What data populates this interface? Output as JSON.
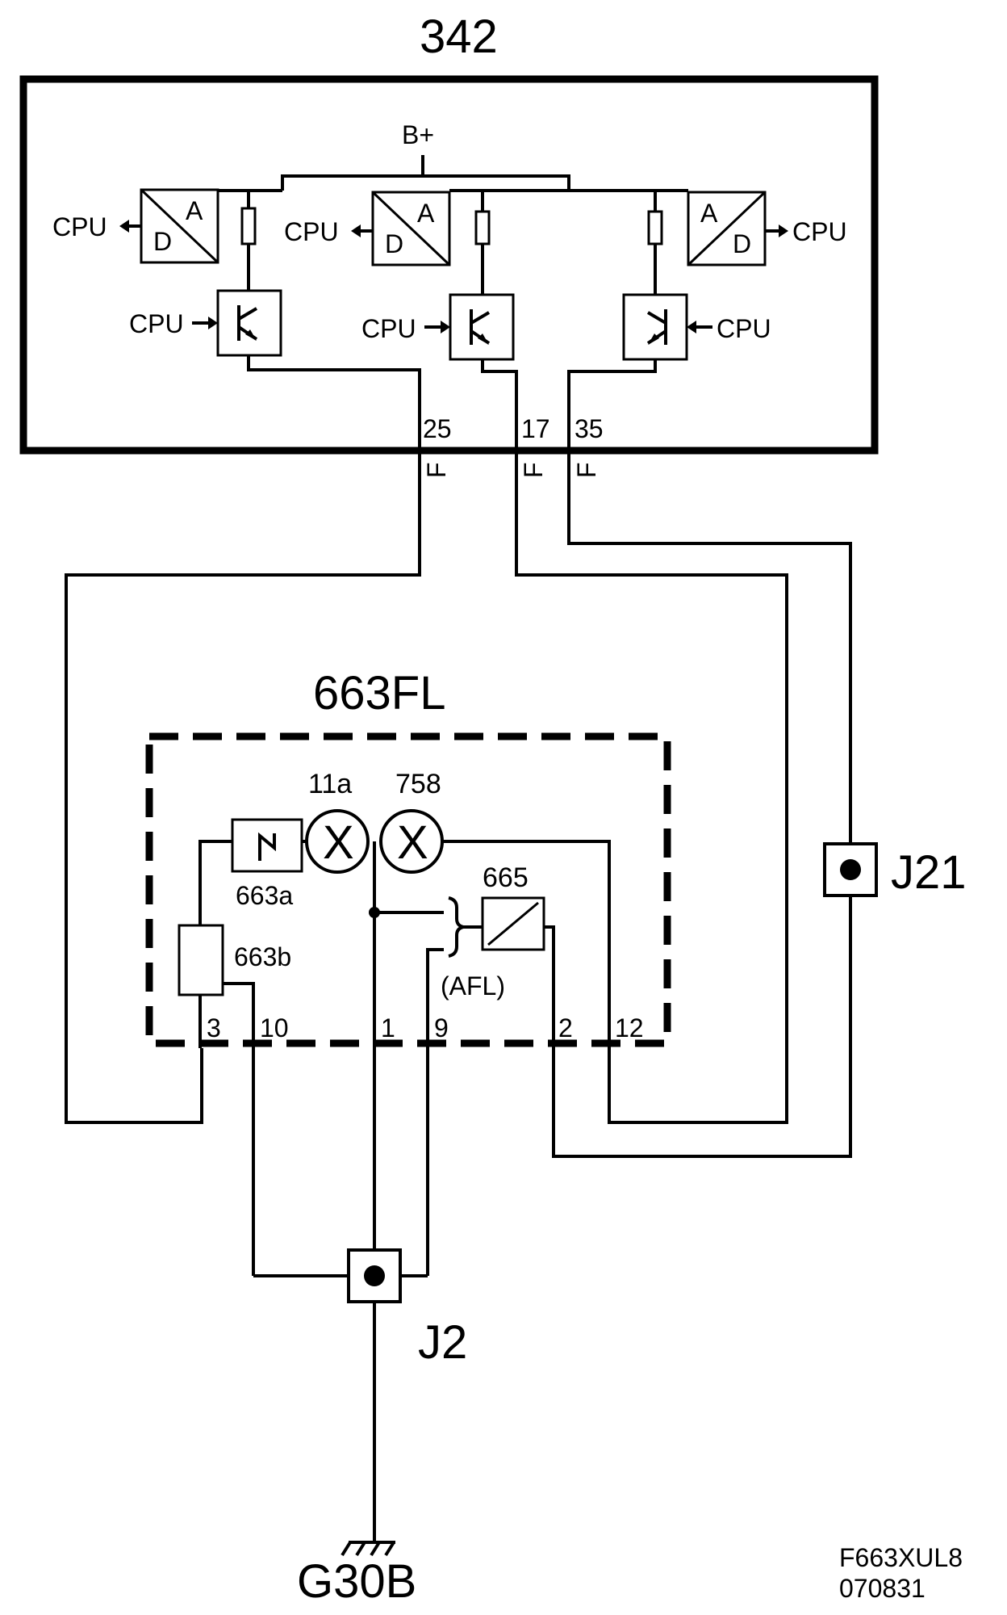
{
  "diagram": {
    "ecu": {
      "label": "342",
      "supply_label": "B+",
      "cpu_label": "CPU",
      "ad_a": "A",
      "ad_d": "D",
      "pins": [
        "25",
        "17",
        "35"
      ],
      "fuse_marker": "F"
    },
    "lamp_unit": {
      "label": "663FL",
      "lamp1": "11a",
      "lamp2": "758",
      "lamp_symbol": "X",
      "switch_label": "663a",
      "resistor_label": "663b",
      "motor_label": "665",
      "afl_label": "(AFL)",
      "pins": [
        "3",
        "10",
        "1",
        "9",
        "2",
        "12"
      ]
    },
    "connectors": {
      "j21": "J21",
      "j2": "J2"
    },
    "ground": "G30B",
    "drawing_id": "F663XUL8",
    "drawing_date": "070831"
  }
}
